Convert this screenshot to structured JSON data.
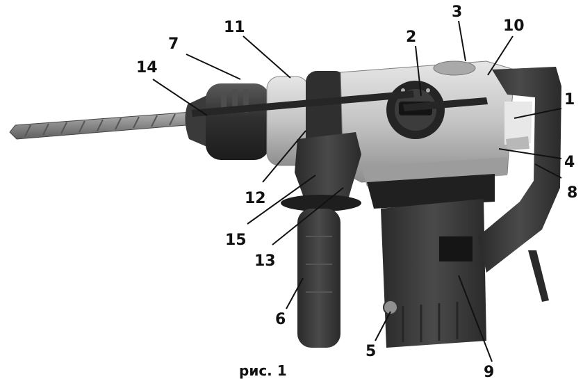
{
  "figure": {
    "caption": "рис. 1",
    "callouts": [
      {
        "id": "1",
        "label": "1"
      },
      {
        "id": "2",
        "label": "2"
      },
      {
        "id": "3",
        "label": "3"
      },
      {
        "id": "4",
        "label": "4"
      },
      {
        "id": "5",
        "label": "5"
      },
      {
        "id": "6",
        "label": "6"
      },
      {
        "id": "7",
        "label": "7"
      },
      {
        "id": "8",
        "label": "8"
      },
      {
        "id": "9",
        "label": "9"
      },
      {
        "id": "10",
        "label": "10"
      },
      {
        "id": "11",
        "label": "11"
      },
      {
        "id": "12",
        "label": "12"
      },
      {
        "id": "13",
        "label": "13"
      },
      {
        "id": "14",
        "label": "14"
      },
      {
        "id": "15",
        "label": "15"
      }
    ],
    "colors": {
      "housing_light": "#c9c9c9",
      "housing_mid": "#9a9a9a",
      "body_dark": "#3c3c3c",
      "body_darker": "#262626",
      "grip_dark": "#2e2e2e",
      "bit_metal": "#8a8a8a"
    }
  }
}
